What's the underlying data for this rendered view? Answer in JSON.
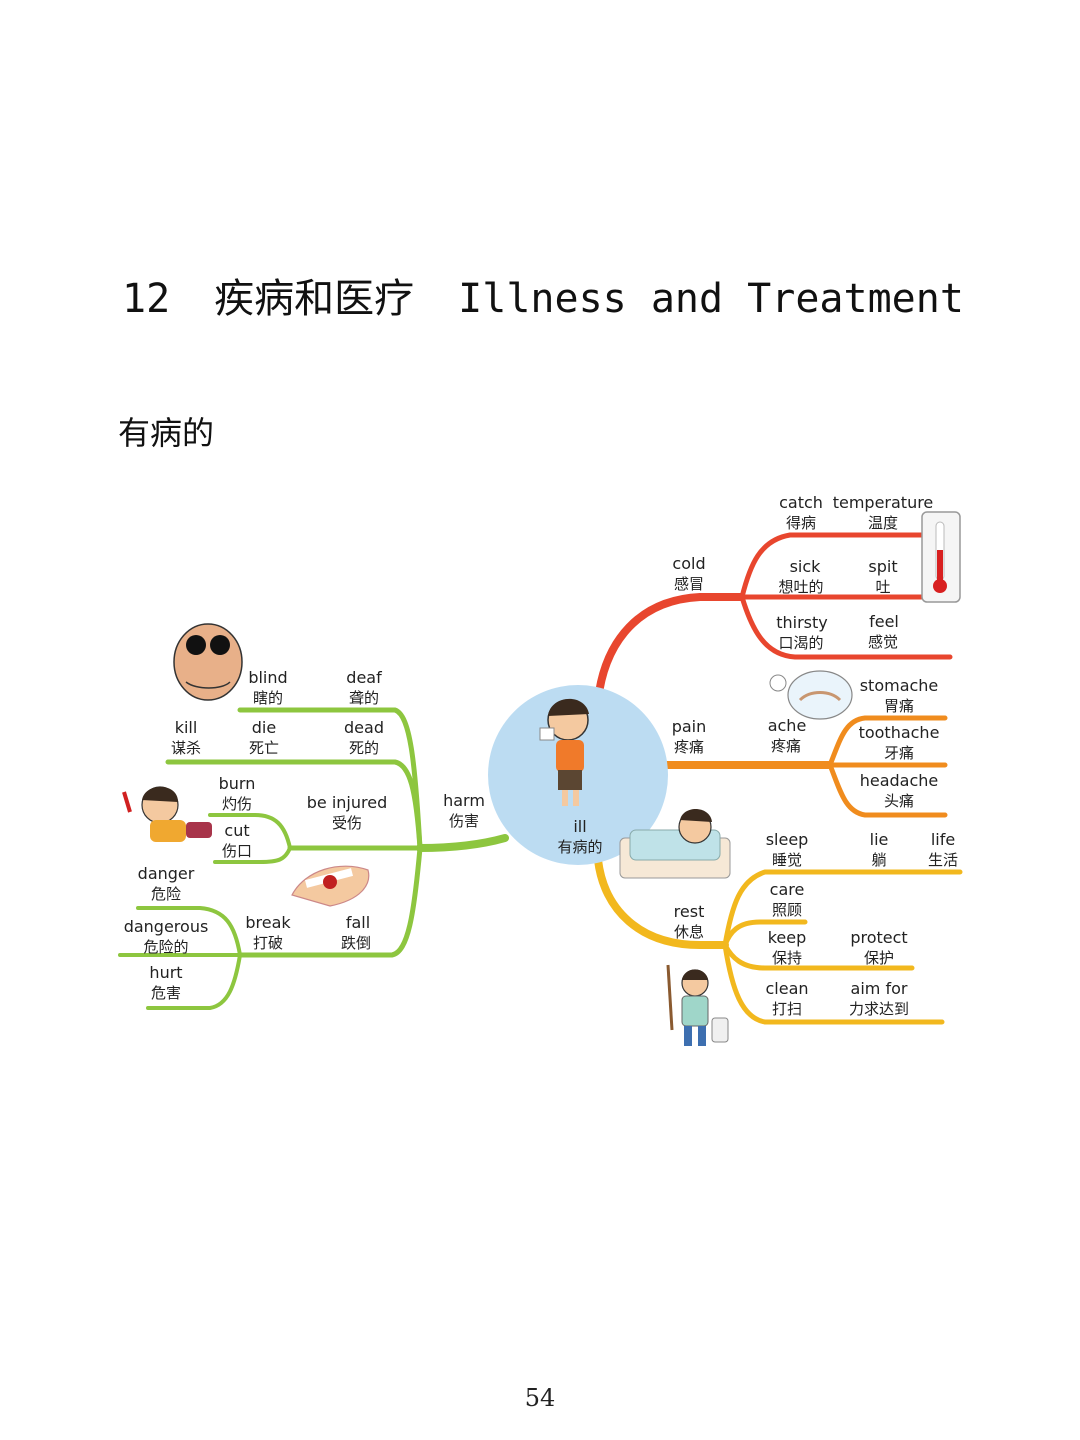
{
  "page": {
    "chapter_number": "12",
    "chapter_title_zh": "疾病和医疗",
    "chapter_title_en": "Illness and Treatment",
    "section_title": "有病的",
    "page_number": "54"
  },
  "colors": {
    "center": "#bcdcf2",
    "cold": "#e8462e",
    "pain": "#f08c1e",
    "rest": "#f2b81e",
    "harm": "#8dc63f"
  },
  "icons": [
    "boy-sneezing-icon",
    "old-man-sunglasses-icon",
    "crying-girl-icon",
    "bandaged-hand-icon",
    "thermometer-icon",
    "stomach-ache-icon",
    "sleeping-child-icon",
    "cleaning-girl-icon"
  ],
  "mindmap": {
    "center": {
      "en": "ill",
      "zh": "有病的"
    },
    "branches": [
      {
        "id": "cold",
        "en": "cold",
        "zh": "感冒",
        "words": [
          {
            "en": "catch",
            "zh": "得病"
          },
          {
            "en": "temperature",
            "zh": "温度"
          },
          {
            "en": "sick",
            "zh": "想吐的"
          },
          {
            "en": "spit",
            "zh": "吐"
          },
          {
            "en": "thirsty",
            "zh": "口渴的"
          },
          {
            "en": "feel",
            "zh": "感觉"
          }
        ]
      },
      {
        "id": "pain",
        "en": "pain",
        "zh": "疼痛",
        "words": [
          {
            "en": "ache",
            "zh": "疼痛"
          },
          {
            "en": "stomache",
            "zh": "胃痛"
          },
          {
            "en": "toothache",
            "zh": "牙痛"
          },
          {
            "en": "headache",
            "zh": "头痛"
          }
        ]
      },
      {
        "id": "rest",
        "en": "rest",
        "zh": "休息",
        "words": [
          {
            "en": "sleep",
            "zh": "睡觉"
          },
          {
            "en": "lie",
            "zh": "躺"
          },
          {
            "en": "life",
            "zh": "生活"
          },
          {
            "en": "care",
            "zh": "照顾"
          },
          {
            "en": "keep",
            "zh": "保持"
          },
          {
            "en": "protect",
            "zh": "保护"
          },
          {
            "en": "clean",
            "zh": "打扫"
          },
          {
            "en": "aim for",
            "zh": "力求达到"
          }
        ]
      },
      {
        "id": "harm",
        "en": "harm",
        "zh": "伤害",
        "words": [
          {
            "en": "blind",
            "zh": "瞎的"
          },
          {
            "en": "deaf",
            "zh": "聋的"
          },
          {
            "en": "kill",
            "zh": "谋杀"
          },
          {
            "en": "die",
            "zh": "死亡"
          },
          {
            "en": "dead",
            "zh": "死的"
          },
          {
            "en": "burn",
            "zh": "灼伤"
          },
          {
            "en": "be injured",
            "zh": "受伤"
          },
          {
            "en": "cut",
            "zh": "伤口"
          },
          {
            "en": "danger",
            "zh": "危险"
          },
          {
            "en": "dangerous",
            "zh": "危险的"
          },
          {
            "en": "break",
            "zh": "打破"
          },
          {
            "en": "fall",
            "zh": "跌倒"
          },
          {
            "en": "hurt",
            "zh": "危害"
          }
        ]
      }
    ]
  }
}
